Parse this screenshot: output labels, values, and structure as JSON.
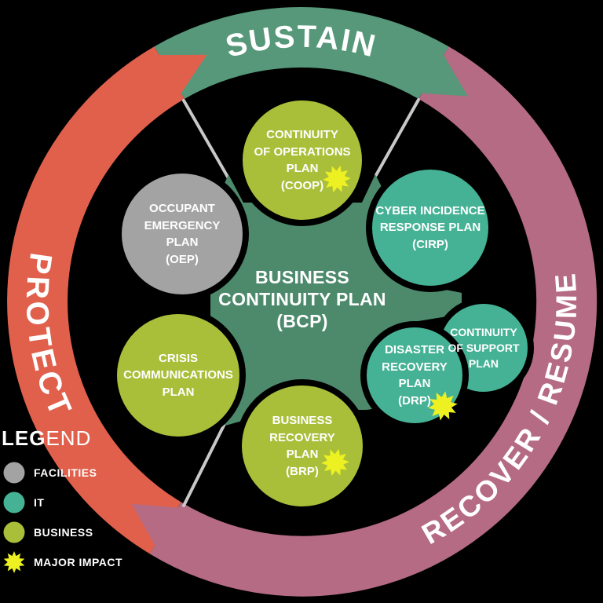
{
  "colors": {
    "background": "#000000",
    "sustain_green": "#569879",
    "protect_red": "#e0604c",
    "recover_mauve": "#b46b83",
    "center_green": "#4d8a6c",
    "business_green": "#a9bf3a",
    "it_teal": "#45b295",
    "facilities_gray": "#a3a3a3",
    "impact_yellow": "#edf021",
    "divider_gray": "#c8c8c8",
    "text_white": "#ffffff"
  },
  "ring": {
    "sustain_label": "SUSTAIN",
    "protect_label": "PROTECT",
    "recover_label": "RECOVER / RESUME"
  },
  "center": {
    "label": "BUSINESS\nCONTINUITY PLAN\n(BCP)"
  },
  "plans": {
    "coop": {
      "label": "CONTINUITY\nOF OPERATIONS\nPLAN\n(COOP)",
      "category": "business",
      "major_impact": true
    },
    "oep": {
      "label": "OCCUPANT\nEMERGENCY\nPLAN\n(OEP)",
      "category": "facilities",
      "major_impact": false
    },
    "cirp": {
      "label": "CYBER INCIDENCE\nRESPONSE PLAN\n(CIRP)",
      "category": "it",
      "major_impact": false
    },
    "crisis": {
      "label": "CRISIS\nCOMMUNICATIONS\nPLAN",
      "category": "business",
      "major_impact": false
    },
    "brp": {
      "label": "BUSINESS\nRECOVERY\nPLAN\n(BRP)",
      "category": "business",
      "major_impact": true
    },
    "drp": {
      "label": "DISASTER\nRECOVERY\nPLAN\n(DRP)",
      "category": "it",
      "major_impact": true
    },
    "support": {
      "label": "CONTINUITY\nOF SUPPORT\nPLAN",
      "category": "it",
      "major_impact": false
    }
  },
  "legend": {
    "title_bold": "LEG",
    "title_light": "END",
    "items": [
      {
        "label": "FACILITIES",
        "color": "#a3a3a3",
        "shape": "circle"
      },
      {
        "label": "IT",
        "color": "#45b295",
        "shape": "circle"
      },
      {
        "label": "BUSINESS",
        "color": "#a9bf3a",
        "shape": "circle"
      },
      {
        "label": "MAJOR IMPACT",
        "color": "#edf021",
        "shape": "star"
      }
    ]
  }
}
